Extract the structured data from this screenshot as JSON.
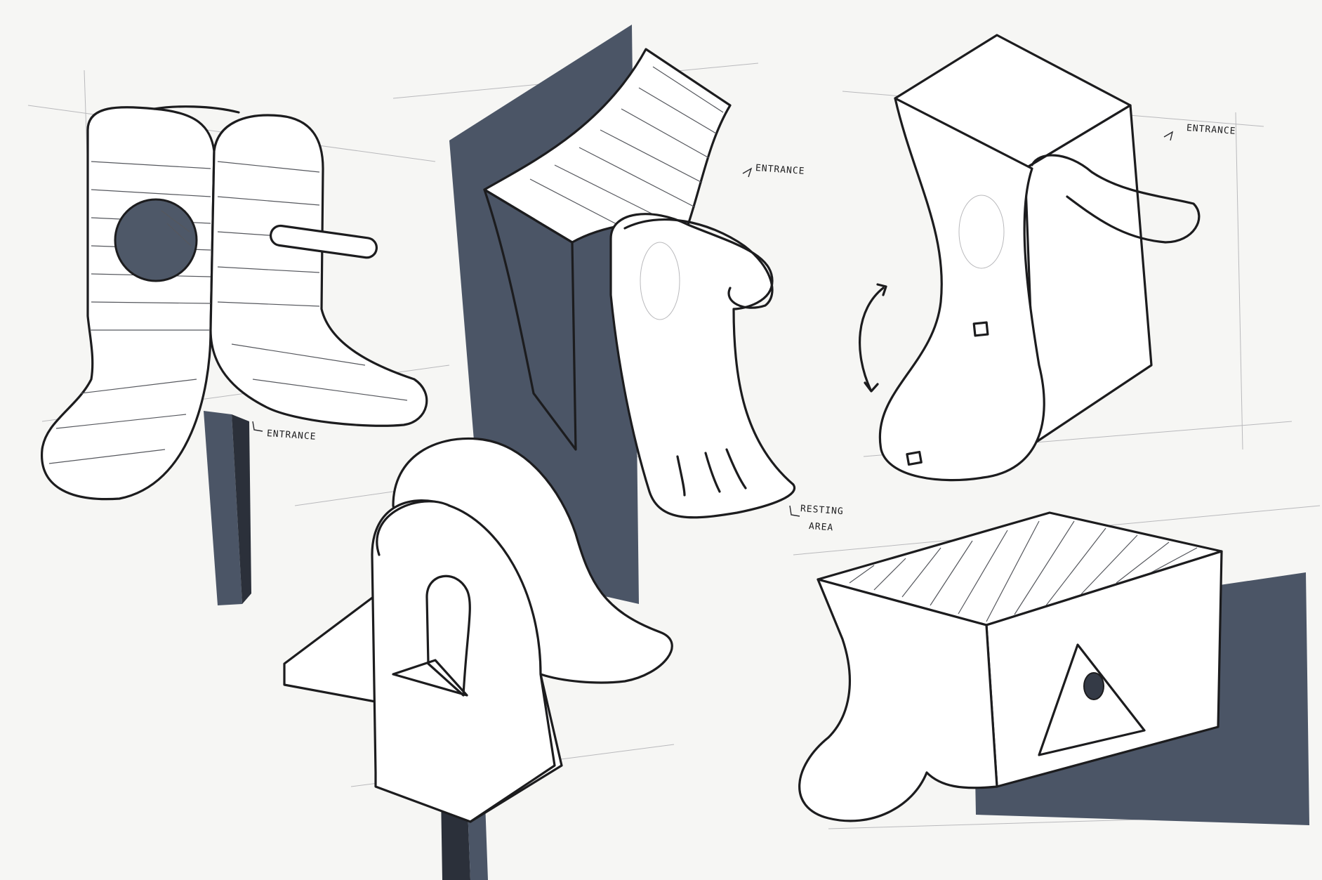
{
  "colors": {
    "paper": "#f6f6f4",
    "ink": "#1c1c1e",
    "marker_shadow": "#4b5566"
  },
  "annotations": {
    "entrance_1": "ENTRANCE",
    "entrance_2": "ENTRANCE",
    "entrance_3": "ENTRANCE",
    "resting_line1": "RESTING",
    "resting_line2": "AREA"
  }
}
